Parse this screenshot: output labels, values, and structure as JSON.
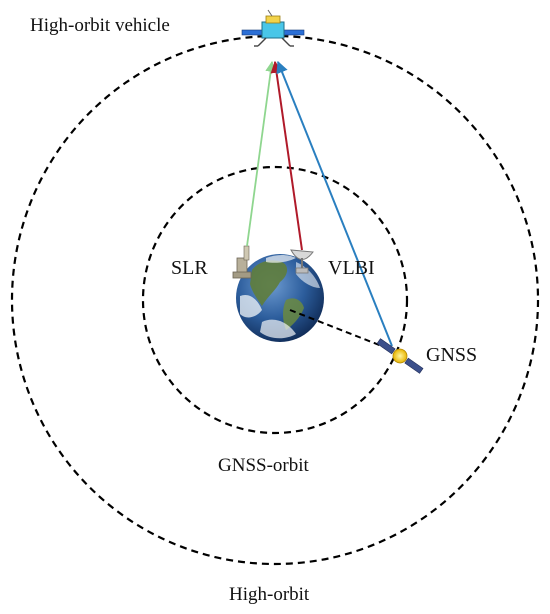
{
  "labels": {
    "high_orbit_vehicle": "High-orbit vehicle",
    "slr": "SLR",
    "vlbi": "VLBI",
    "gnss": "GNSS",
    "gnss_orbit": "GNSS-orbit",
    "high_orbit": "High-orbit"
  },
  "colors": {
    "slr_link": "#8fd68f",
    "vlbi_link": "#b01a2a",
    "gnss_link": "#2a7fc0",
    "orbit_line": "#000000",
    "ocean": "#2c5d9c",
    "land": "#5f7d3b",
    "cloud": "#f2f5f8"
  },
  "icons": {
    "vehicle": "satellite-icon",
    "gnss_satellite": "gnss-satellite-icon",
    "slr_station": "laser-station-icon",
    "vlbi_station": "radio-dish-icon",
    "earth": "earth-icon"
  }
}
